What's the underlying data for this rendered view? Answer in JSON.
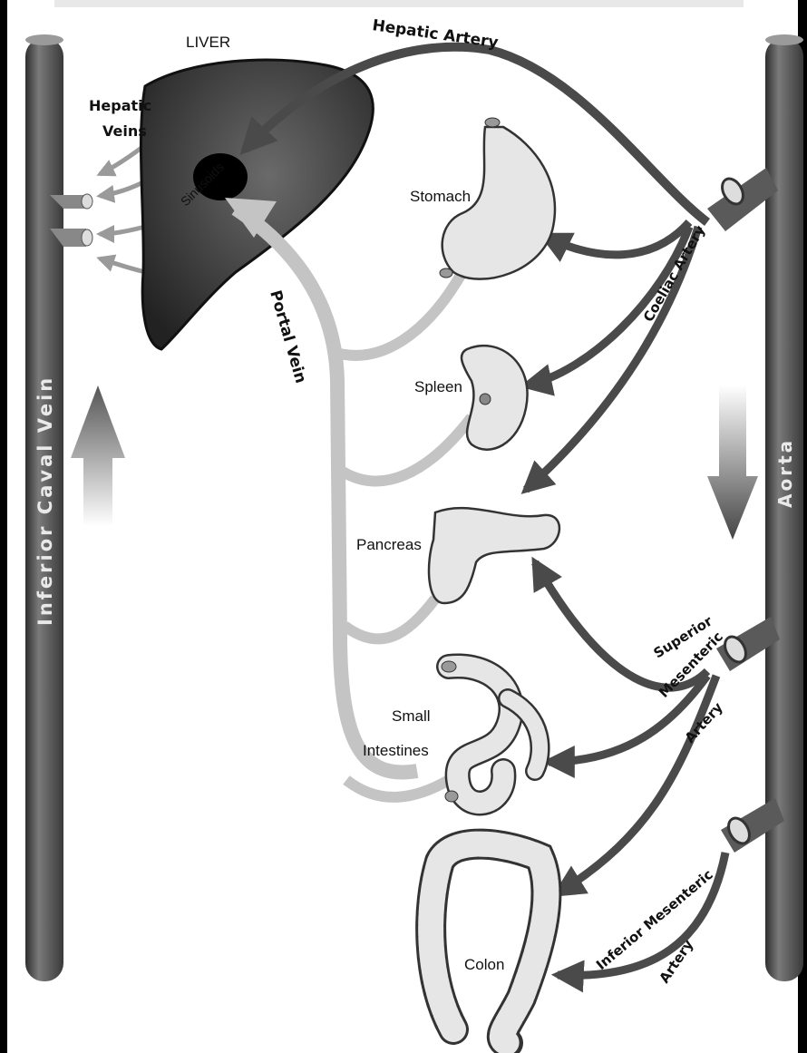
{
  "labels": {
    "liver": "LIVER",
    "hepatic_veins_line1": "Hepatic",
    "hepatic_veins_line2": "Veins",
    "sinusoids": "Sinusoids",
    "hepatic_artery": "Hepatic Artery",
    "stomach": "Stomach",
    "spleen": "Spleen",
    "pancreas": "Pancreas",
    "small_intestines_line1": "Small",
    "small_intestines_line2": "Intestines",
    "colon": "Colon",
    "portal_vein": "Portal Vein",
    "coeliac_artery": "Coeliac Artery",
    "superior_mesenteric_line1": "Superior",
    "superior_mesenteric_line2": "Mesenteric",
    "superior_mesenteric_line3": "Artery",
    "inferior_mesenteric_line1": "Inferior Mesenteric",
    "inferior_mesenteric_line2": "Artery",
    "inferior_caval_vein": "Inferior Caval Vein",
    "aorta": "Aorta"
  },
  "colors": {
    "background": "#ffffff",
    "vessel": "#5a5a5a",
    "artery_arrow": "#4a4a4a",
    "vein_flow": "#c4c4c4",
    "liver": "#3a3a3a",
    "organ_fill": "#e6e6e6"
  }
}
